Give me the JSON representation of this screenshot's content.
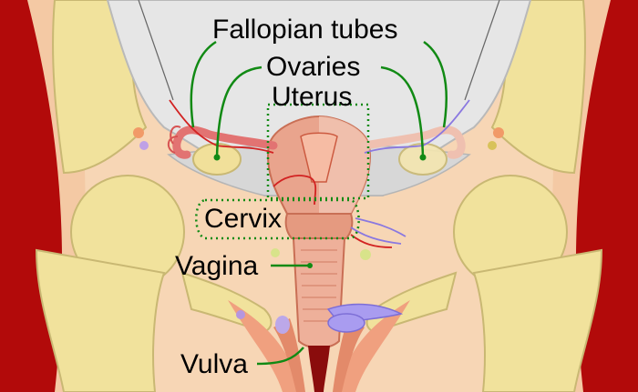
{
  "labels": {
    "fallopian_tubes": "Fallopian tubes",
    "ovaries": "Ovaries",
    "uterus": "Uterus",
    "cervix": "Cervix",
    "vagina": "Vagina",
    "vulva": "Vulva"
  },
  "colors": {
    "skin": "#b20a0a",
    "flesh": "#f7d6b0",
    "bone": "#f1e29c",
    "bone_outline": "#c9b873",
    "cavity": "#e1e1e1",
    "organ": "#e9a48d",
    "leader": "#118a14",
    "vessel_red": "#d22222",
    "vessel_blue": "#8a78e0"
  }
}
